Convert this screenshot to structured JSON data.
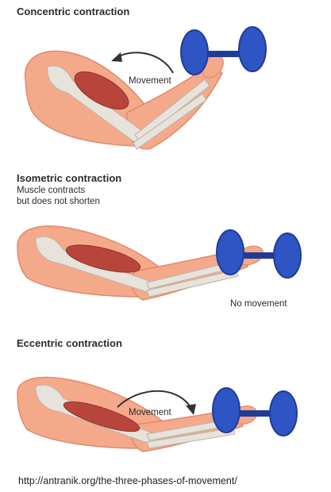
{
  "panels": [
    {
      "title": "Concentric contraction",
      "label": "Movement"
    },
    {
      "title": "Isometric contraction",
      "subtitle_lines": [
        "Muscle contracts",
        "but does not shorten"
      ],
      "label": "No movement"
    },
    {
      "title": "Eccentric contraction",
      "label": "Movement"
    }
  ],
  "source_url": "http://antranik.org/the-three-phases-of-movement/",
  "colors": {
    "skin": "#f5a98b",
    "skin_outline": "#e08a68",
    "bone": "#e7e2da",
    "muscle": "#b8453c",
    "dumbbell": "#2f54c4",
    "dumbbell_dark": "#1f3c97"
  }
}
